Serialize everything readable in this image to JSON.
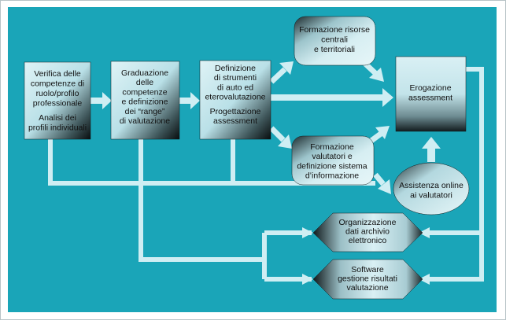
{
  "colors": {
    "background": "#1aa5b8",
    "arrow": "#cfeef3",
    "box_light": "#d4edf1",
    "box_dark": "#121e20",
    "outer_border": "#8aa0a6"
  },
  "nodes": {
    "verifica": {
      "lines": [
        "Verifica delle",
        "competenze di",
        "ruolo/profilo",
        "professionale",
        "Analisi dei",
        "profili individuali"
      ]
    },
    "graduazione": {
      "lines": [
        "Graduazione",
        "delle",
        "competenze",
        "e definizione",
        "dei “range”",
        "di valutazione"
      ]
    },
    "definizione": {
      "lines": [
        "Definizione",
        "di strumenti",
        "di auto ed",
        "eterovalutazione",
        "Progettazione",
        "assessment"
      ]
    },
    "formazione_risorse": {
      "lines": [
        "Formazione risorse",
        "centrali",
        "e territoriali"
      ]
    },
    "formazione_valutatori": {
      "lines": [
        "Formazione",
        "valutatori e",
        "definizione sistema",
        "d’informazione"
      ]
    },
    "erogazione": {
      "lines": [
        "Erogazione",
        "assessment"
      ]
    },
    "assistenza": {
      "lines": [
        "Assistenza online",
        "ai valutatori"
      ]
    },
    "organizzazione": {
      "lines": [
        "Organizzazione",
        "dati archivio",
        "elettronico"
      ]
    },
    "software": {
      "lines": [
        "Software",
        "gestione risultati",
        "valutazione"
      ]
    }
  }
}
